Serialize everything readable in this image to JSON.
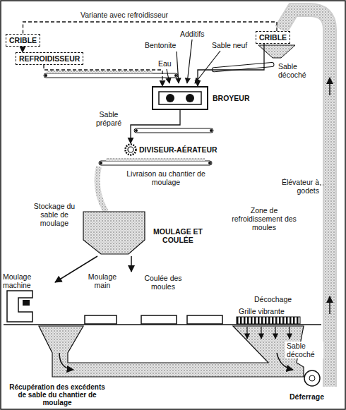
{
  "diagram": {
    "nodes": [
      {
        "text": [
          "CRIBLE"
        ]
      },
      {
        "text": [
          "REFROIDISSEUR"
        ]
      },
      {
        "text": [
          "CRIBLE"
        ]
      },
      {
        "text": [
          "BROYEUR"
        ]
      },
      {
        "text": [
          "DIVISEUR-AÉRATEUR"
        ]
      }
    ],
    "edges": [
      {
        "from": 2,
        "to": 0,
        "arrow": "none",
        "label": "Variante avec refroidisseur"
      },
      {
        "from": 0,
        "to": 1,
        "arrow": "to"
      },
      {
        "from": 1,
        "to": 3,
        "arrow": "to"
      },
      {
        "from": 2,
        "to": 3,
        "arrow": "to"
      },
      {
        "from": 3,
        "to": 4,
        "arrow": "to"
      }
    ],
    "labels": [
      "Bentonite",
      "Additifs",
      "Sable neuf",
      "Eau",
      "Sable décoché",
      "Sable préparé",
      "Livraison au chantier de moulage",
      "Stockage du sable de moulage",
      "MOULAGE ET COULÉE",
      "Zone de refroidissement des moules",
      "Moulage machine",
      "Moulage main",
      "Coulée des moules",
      "Décochage",
      "Grille vibrante",
      "Sable décoché",
      "Élévateur à godets",
      "Récupération des excédents de sable du chantier de moulage",
      "Déferrage"
    ]
  }
}
